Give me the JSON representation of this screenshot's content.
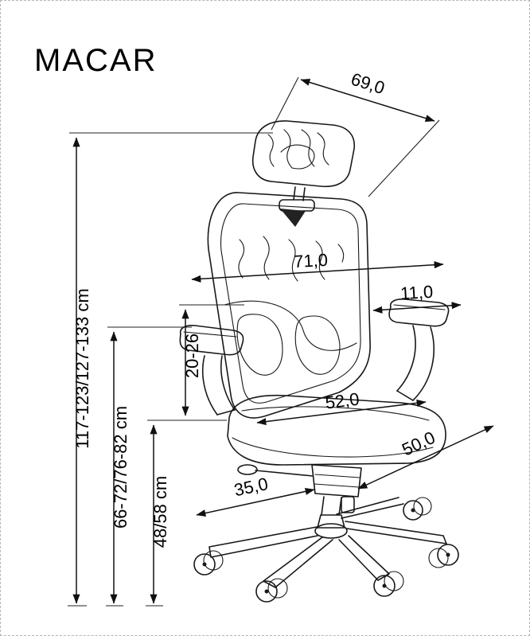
{
  "title": "MACAR",
  "dimensions": {
    "total_height": "117-123/127-133 cm",
    "backrest_height": "66-72/76-82 cm",
    "seat_height": "48/58 cm",
    "armrest_height": "20-26",
    "depth": "69,0",
    "total_width": "71,0",
    "armrest_pad_width": "11,0",
    "seat_width": "52,0",
    "seat_depth": "50,0",
    "base_leg_length": "35,0"
  }
}
